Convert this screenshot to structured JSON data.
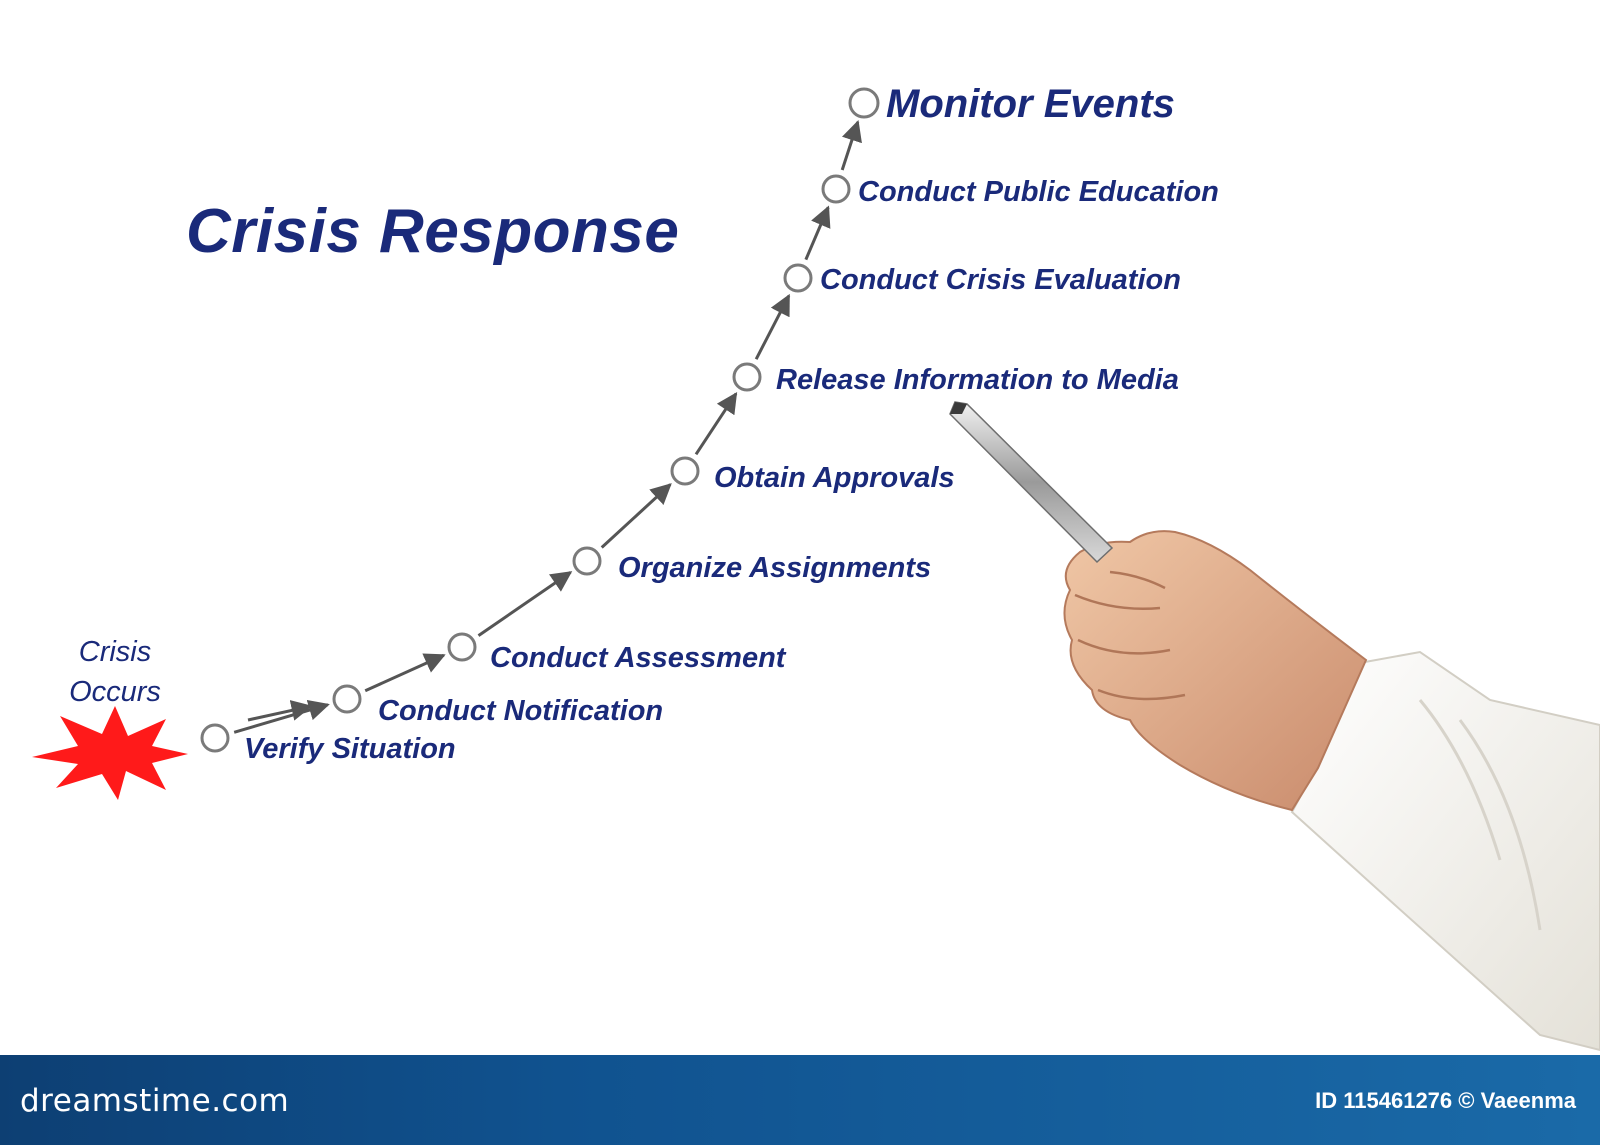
{
  "diagram": {
    "title": "Crisis Response",
    "start": {
      "line1": "Crisis",
      "line2": "Occurs",
      "burst_color": "#ff1a1a"
    },
    "steps": [
      {
        "label": "Verify Situation"
      },
      {
        "label": "Conduct Notification"
      },
      {
        "label": "Conduct Assessment"
      },
      {
        "label": "Organize Assignments"
      },
      {
        "label": "Obtain Approvals"
      },
      {
        "label": "Release Information to Media"
      },
      {
        "label": "Conduct Crisis Evaluation"
      },
      {
        "label": "Conduct Public Education"
      },
      {
        "label": "Monitor Events"
      }
    ],
    "text_color": "#1a2a7a",
    "node_color": "#7a7a7a",
    "arrow_color": "#555555"
  },
  "footer": {
    "brand": "dreamstime.com",
    "credit": "ID 115461276 © Vaeenma",
    "bar_color": "#10528f"
  },
  "photo": {
    "subject": "hand-holding-pen"
  }
}
